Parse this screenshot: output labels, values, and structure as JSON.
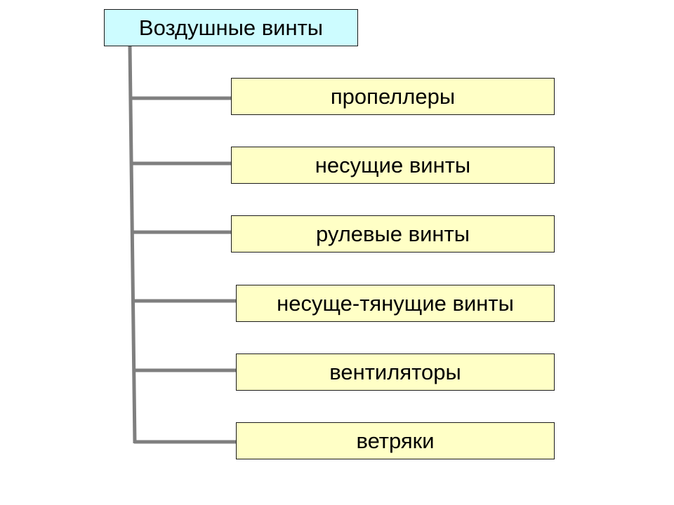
{
  "colors": {
    "root_fill": "#cdfcff",
    "child_fill": "#ffffc6",
    "border": "#1a1a1a",
    "connector": "#7f7f7f"
  },
  "root": {
    "label": "Воздушные винты"
  },
  "children": [
    {
      "label": "пропеллеры"
    },
    {
      "label": "несущие винты"
    },
    {
      "label": "рулевые винты"
    },
    {
      "label": "несуще-тянущие винты"
    },
    {
      "label": "вентиляторы"
    },
    {
      "label": "ветряки"
    }
  ]
}
